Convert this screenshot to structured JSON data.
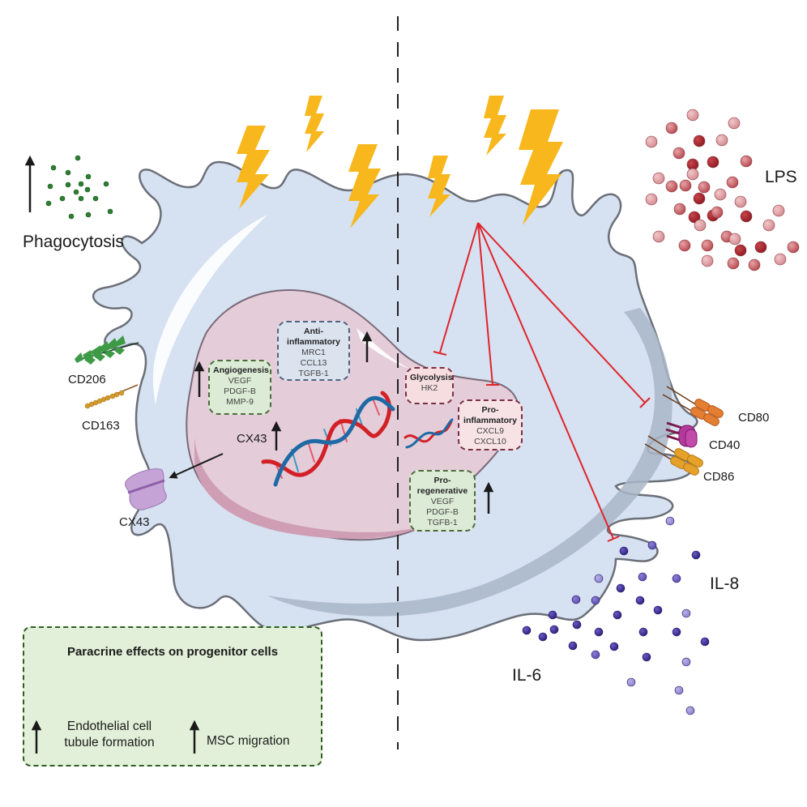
{
  "left_panel": {
    "phagocytosis": {
      "label": "Phagocytosis",
      "trend": "up"
    },
    "receptors": [
      {
        "name": "CD206",
        "icon": "cd206-receptor-icon"
      },
      {
        "name": "CD163",
        "icon": "cd163-receptor-icon"
      },
      {
        "name": "CX43",
        "icon": "cx43-channel-icon"
      }
    ],
    "nucleus_cx43": {
      "label": "CX43",
      "trend": "up"
    },
    "angiogenesis": {
      "title": "Angiogenesis",
      "genes": [
        "VEGF",
        "PDGF-B",
        "MMP-9"
      ],
      "trend": "up"
    },
    "anti_inflammatory": {
      "title": "Anti-\ninflammatory",
      "title_line1": "Anti-",
      "title_line2": "inflammatory",
      "genes": [
        "MRC1",
        "CCL13",
        "TGFB-1"
      ],
      "trend": "up"
    }
  },
  "right_panel": {
    "stimulus": {
      "label": "LPS"
    },
    "receptors": [
      {
        "name": "CD80"
      },
      {
        "name": "CD40"
      },
      {
        "name": "CD86"
      }
    ],
    "glycolysis": {
      "title": "Glycolysis",
      "genes": [
        "HK2"
      ],
      "trend": "inhibited"
    },
    "pro_inflammatory": {
      "title_line1": "Pro-",
      "title_line2": "inflammatory",
      "genes": [
        "CXCL9",
        "CXCL10"
      ],
      "trend": "inhibited"
    },
    "pro_regenerative": {
      "title_line1": "Pro-",
      "title_line2": "regenerative",
      "genes": [
        "VEGF",
        "PDGF-B",
        "TGFB-1"
      ],
      "trend": "up"
    },
    "cytokines": [
      {
        "name": "IL-8"
      },
      {
        "name": "IL-6"
      }
    ]
  },
  "paracrine": {
    "title": "Paracrine effects on progenitor cells",
    "effects": [
      {
        "line1": "Endothelial cell",
        "line2": "tubule formation",
        "trend": "up"
      },
      {
        "line1": "MSC migration",
        "trend": "up"
      }
    ]
  },
  "colors": {
    "cell_fill": "#d6e1f1",
    "cell_outline": "#6b6f78",
    "nucleus_fill": "#e4cdd8",
    "nucleus_band": "#cf9db4",
    "lightning": "#f7b71d",
    "inhibition": "#e0242b",
    "lps": "#b5484f",
    "il": "#3c2f8f",
    "phago_dots": "#2e7d32",
    "dna_red": "#d32027",
    "dna_blue": "#1f6aa5"
  }
}
